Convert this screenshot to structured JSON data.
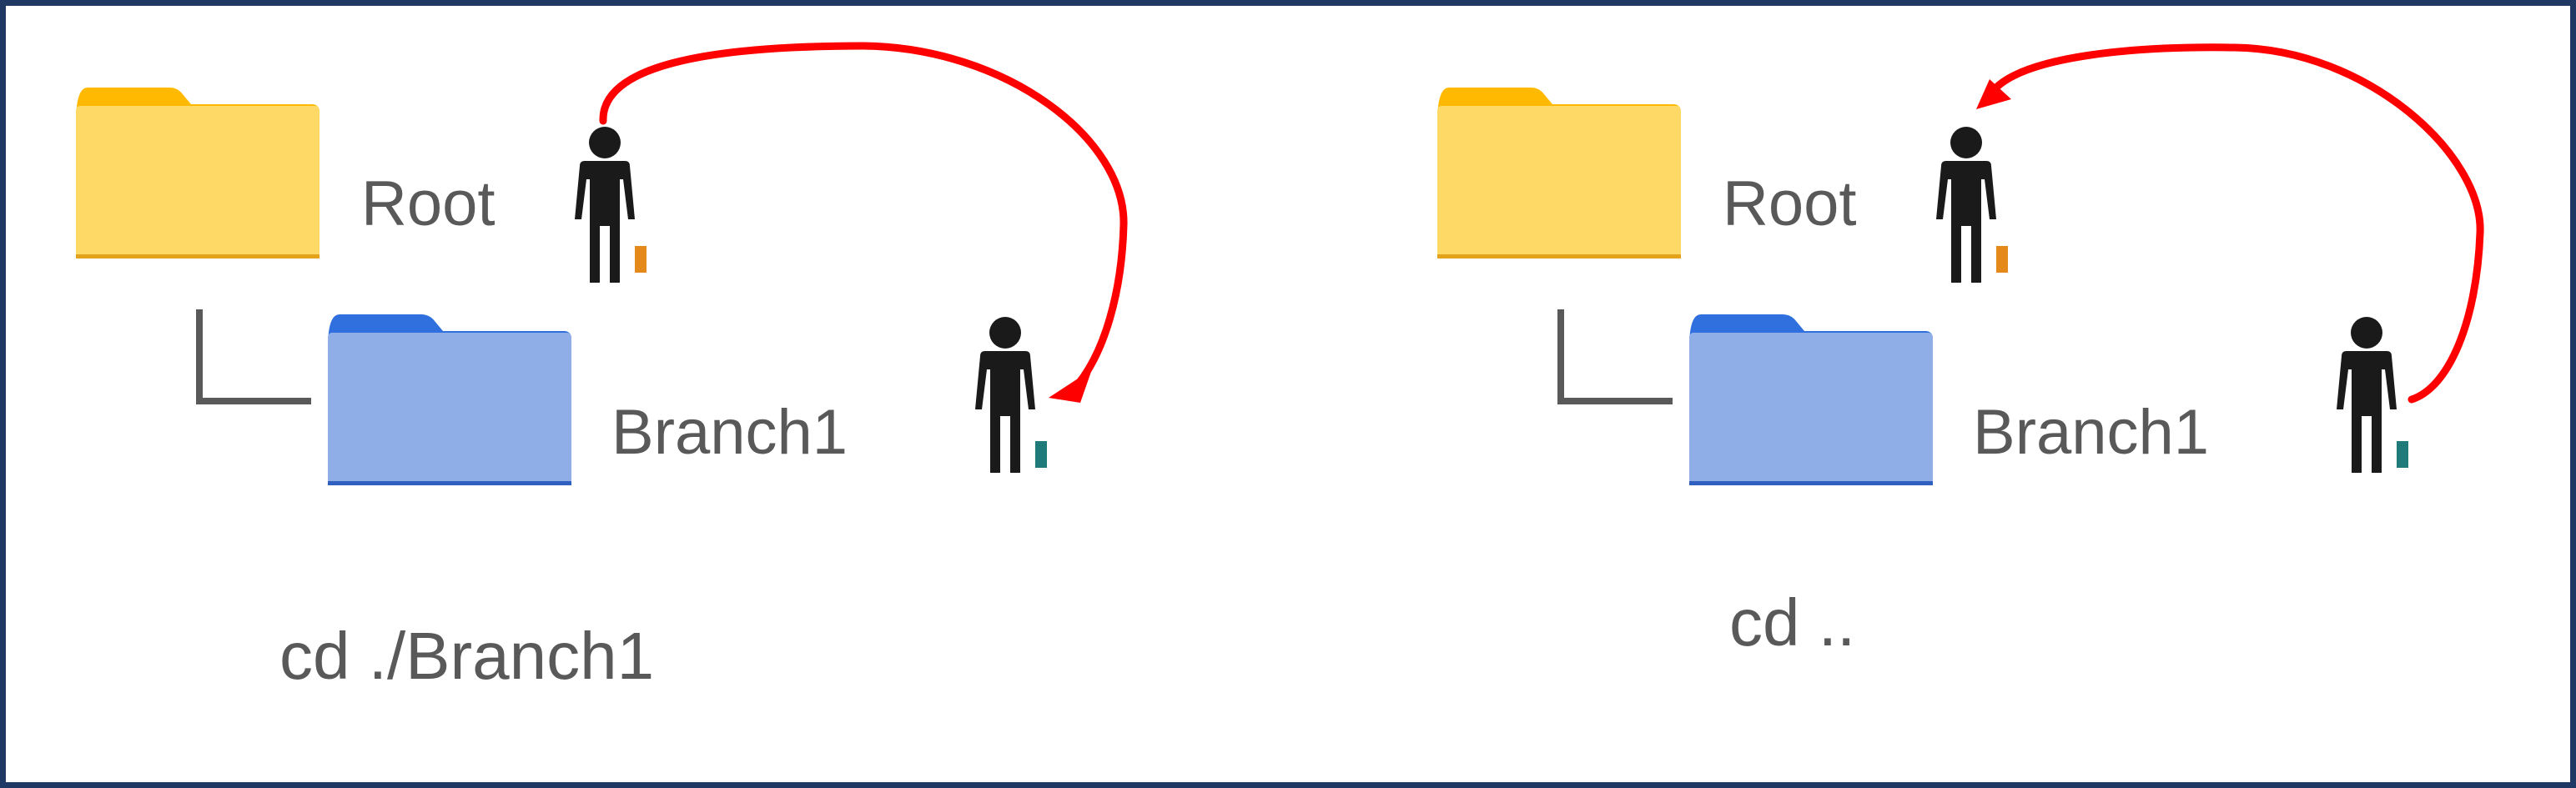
{
  "colors": {
    "root_folder_body": "#ffd966",
    "root_folder_tab": "#ffb900",
    "root_folder_edge": "#e3a21a",
    "branch_folder_body": "#8faee8",
    "branch_folder_tab": "#2f6fde",
    "branch_folder_edge": "#2f5fbf",
    "arrow": "#ff0000",
    "person": "#1a1a1a",
    "tree_line": "#595959",
    "text": "#595959",
    "frame": "#1f3864"
  },
  "panels": [
    {
      "root_label": "Root",
      "branch_label": "Branch1",
      "command": "cd ./Branch1",
      "arrow_direction": "root-to-branch",
      "icons": [
        "folder-icon",
        "folder-icon",
        "person-icon",
        "person-icon"
      ]
    },
    {
      "root_label": "Root",
      "branch_label": "Branch1",
      "command": "cd ..",
      "arrow_direction": "branch-to-root",
      "icons": [
        "folder-icon",
        "folder-icon",
        "person-icon",
        "person-icon"
      ]
    }
  ]
}
